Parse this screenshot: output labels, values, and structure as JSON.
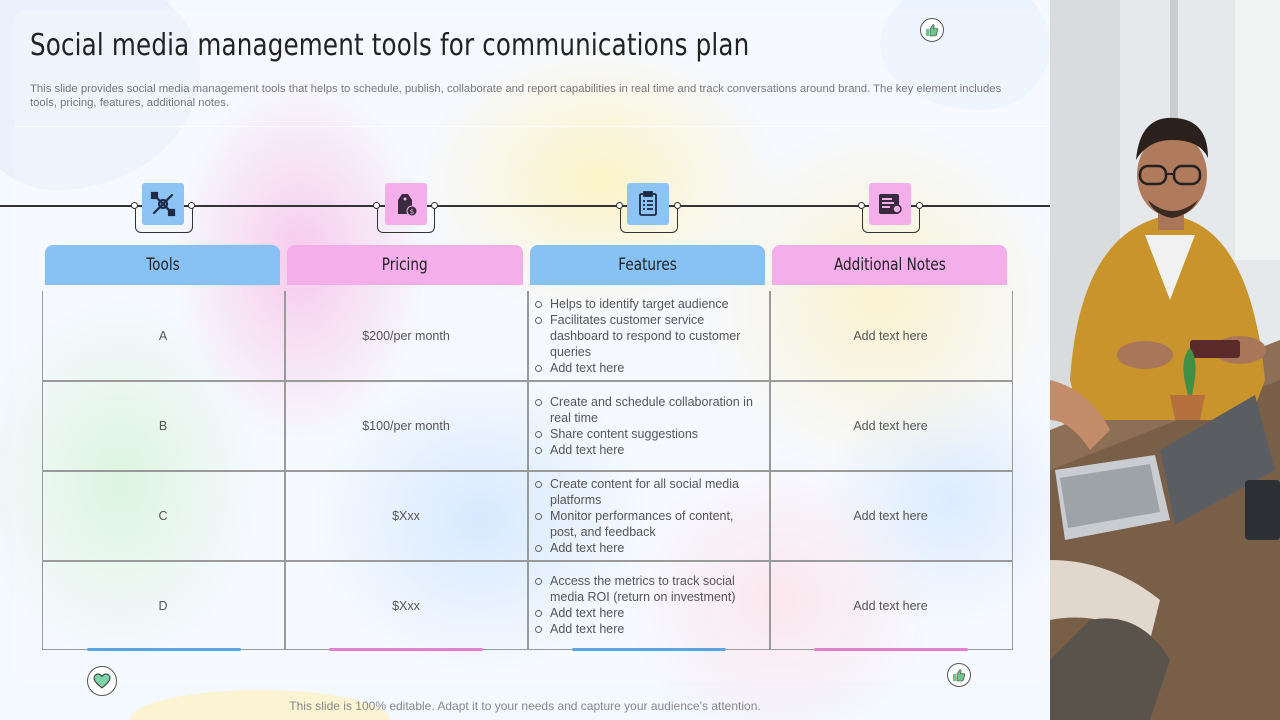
{
  "slide": {
    "title": "Social media management tools for communications plan",
    "subtitle": "This slide provides social media management tools that helps to schedule, publish, collaborate and report capabilities in real time and track conversations around brand. The key element includes tools, pricing, features, additional notes.",
    "footer": "This slide is 100% editable. Adapt it to your needs and capture your audience’s attention."
  },
  "columns": [
    {
      "label": "Tools",
      "icon": "tools-icon",
      "color": "#88c2f5"
    },
    {
      "label": "Pricing",
      "icon": "price-tag-icon",
      "color": "#f4aee9"
    },
    {
      "label": "Features",
      "icon": "checklist-icon",
      "color": "#88c2f5"
    },
    {
      "label": "Additional Notes",
      "icon": "notes-icon",
      "color": "#f4aee9"
    }
  ],
  "rows": [
    {
      "tool": "A",
      "pricing": "$200/per  month",
      "features": [
        "Helps to identify target audience",
        "Facilitates customer service dashboard to respond to customer queries",
        "Add text here"
      ],
      "notes": "Add text here"
    },
    {
      "tool": "B",
      "pricing": "$100/per  month",
      "features": [
        "Create and schedule collaboration in real time",
        "Share content suggestions",
        "Add text here"
      ],
      "notes": "Add text here"
    },
    {
      "tool": "C",
      "pricing": "$Xxx",
      "features": [
        "Create content for all social media platforms",
        "Monitor performances  of content, post, and feedback",
        "Add text here"
      ],
      "notes": "Add text here"
    },
    {
      "tool": "D",
      "pricing": "$Xxx",
      "features": [
        "Access the metrics to track social media ROI (return  on investment)",
        "Add text here",
        "Add text here"
      ],
      "notes": "Add text here"
    }
  ],
  "decor_icons": [
    "thumbs-up-icon",
    "heart-icon",
    "thumbs-up-icon"
  ],
  "colors": {
    "accent_blue": "#88c2f5",
    "accent_pink": "#f4aee9",
    "line": "#333333"
  }
}
